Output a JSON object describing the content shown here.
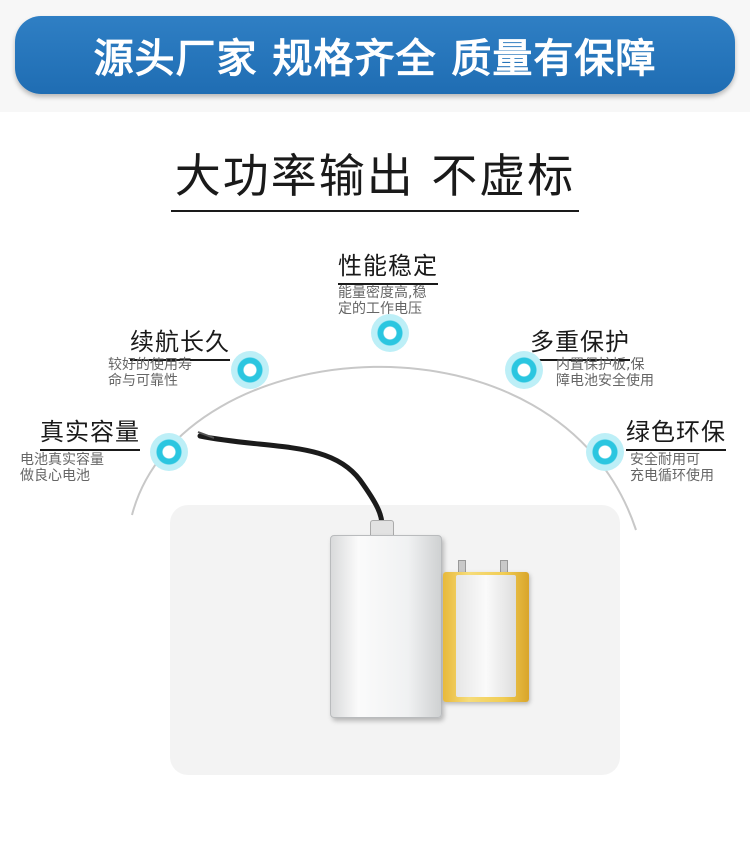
{
  "banner": {
    "text": "源头厂家 规格齐全 质量有保障"
  },
  "headline": "大功率输出 不虚标",
  "features": [
    {
      "title": "真实容量",
      "desc": "电池真实容量\n做良心电池"
    },
    {
      "title": "续航长久",
      "desc": "较好的使用寿\n命与可靠性"
    },
    {
      "title": "性能稳定",
      "desc": "能量密度高,稳\n定的工作电压"
    },
    {
      "title": "多重保护",
      "desc": "内置保护板,保\n障电池安全使用"
    },
    {
      "title": "绿色环保",
      "desc": "安全耐用可\n充电循环使用"
    }
  ],
  "colors": {
    "banner": "#1f6db3",
    "dot": "#2bc6e0",
    "battery_yellow": "#f1cd55"
  }
}
